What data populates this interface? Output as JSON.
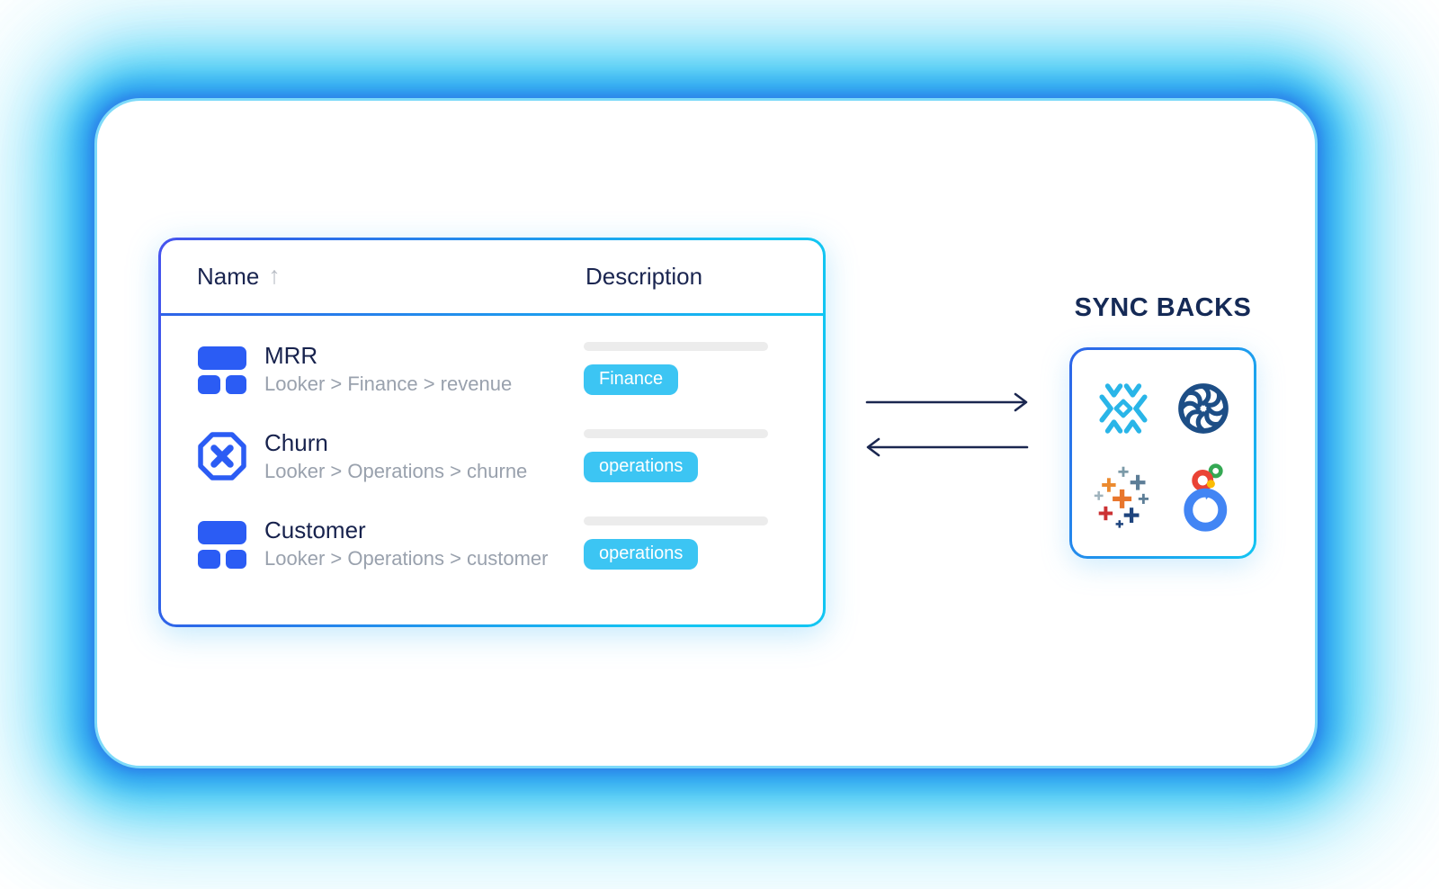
{
  "table": {
    "header": {
      "name_label": "Name",
      "sort_icon": "↑",
      "description_label": "Description"
    },
    "rows": [
      {
        "icon": "dashboard-grid",
        "title": "MRR",
        "path": "Looker > Finance > revenue",
        "tag": "Finance"
      },
      {
        "icon": "octagon-x",
        "title": "Churn",
        "path": "Looker > Operations > churne",
        "tag": "operations"
      },
      {
        "icon": "dashboard-grid",
        "title": "Customer",
        "path": "Looker > Operations > customer",
        "tag": "operations"
      }
    ]
  },
  "sync_backs": {
    "title": "SYNC BACKS",
    "logos": [
      "snowflake",
      "mode-swirl",
      "tableau",
      "looker"
    ]
  },
  "colors": {
    "accent_blue": "#2b5cf4",
    "tag_cyan": "#3cc5f3",
    "navy_text": "#17224d",
    "muted_text": "#99a1ad",
    "skeleton_gray": "#ececec",
    "border_gradient_start": "#2e63e8",
    "border_gradient_end": "#12c5f2",
    "glow_blue": "#2d82e9",
    "glow_cyan": "#3ed3f8",
    "arrow_navy": "#1b2750",
    "snowflake_blue": "#29b5e8",
    "swirl_navy": "#1d4e86",
    "tableau_orange": "#e8762c",
    "tableau_red": "#cc3234",
    "tableau_navy": "#1f457e",
    "tableau_slate": "#5d7e97",
    "looker_blue": "#4285f4",
    "looker_red": "#ea4335",
    "looker_yellow": "#fbbc04",
    "looker_green": "#34a853"
  }
}
